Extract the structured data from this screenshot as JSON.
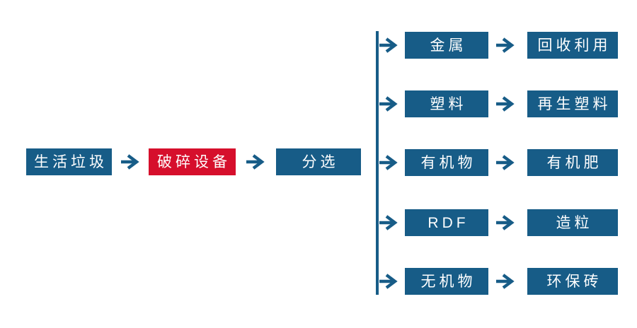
{
  "palette": {
    "node_blue": "#175C87",
    "node_red": "#D60F2C",
    "arrow_blue": "#175C87",
    "text_white": "#FFFFFF",
    "background": "#FFFFFF"
  },
  "flow": {
    "main": [
      {
        "label": "生活垃圾"
      },
      {
        "label": "破碎设备"
      },
      {
        "label": "分选"
      }
    ],
    "branches": [
      {
        "item": "金属",
        "result": "回收利用"
      },
      {
        "item": "塑料",
        "result": "再生塑料"
      },
      {
        "item": "有机物",
        "result": "有机肥"
      },
      {
        "item": "RDF",
        "result": "造粒"
      },
      {
        "item": "无机物",
        "result": "环保砖"
      }
    ]
  }
}
